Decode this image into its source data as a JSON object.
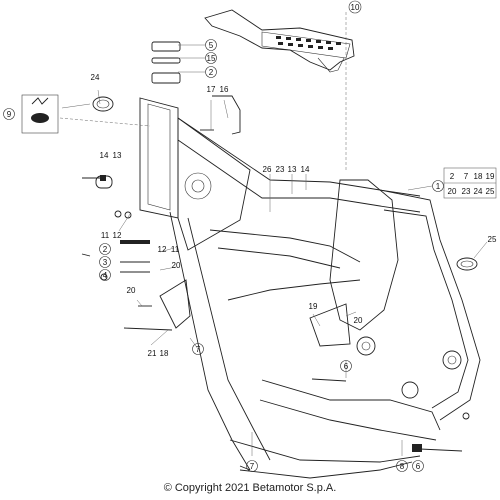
{
  "copyright": "© Copyright 2021 Betamotor S.p.A.",
  "callouts": {
    "c1": "1",
    "c2a": "2",
    "c2b": "2",
    "c2c": "2",
    "c3": "3",
    "c4": "4",
    "c5": "5",
    "c6a": "6",
    "c6b": "6",
    "c7a": "7",
    "c7b": "7",
    "c8": "8",
    "c9": "9",
    "c10": "10",
    "c11a": "11",
    "c11b": "11",
    "c12a": "12",
    "c12b": "12",
    "c13a": "13",
    "c13b": "13",
    "c14a": "14",
    "c14b": "14",
    "c15": "15",
    "c16": "16",
    "c17": "17",
    "c18": "18",
    "c19": "19",
    "c20a": "20",
    "c20b": "20",
    "c20c": "20",
    "c21": "21",
    "c23": "23",
    "c24": "24",
    "c25": "25",
    "c26": "26"
  },
  "legend_box": [
    "2",
    "7",
    "18",
    "19",
    "20",
    "23",
    "24",
    "25"
  ]
}
